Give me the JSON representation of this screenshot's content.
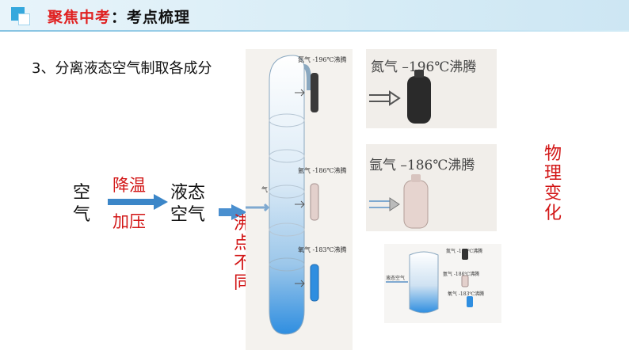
{
  "header": {
    "title_red": "聚焦中考",
    "title_sep": "：",
    "title_black": "考点梳理"
  },
  "subtitle": "3、分离液态空气制取各成分",
  "process": {
    "input_line1": "空",
    "input_line2": "气",
    "step_top": "降温",
    "step_bottom": "加压",
    "output_line1": "液态",
    "output_line2": "空气",
    "reason": [
      "沸",
      "点",
      "不",
      "同"
    ],
    "change_type": [
      "物",
      "理",
      "变",
      "化"
    ]
  },
  "figure_left": {
    "nitrogen_label": "氮气 -196℃沸腾",
    "argon_label": "氩气 -186℃沸腾",
    "oxygen_label": "氧气 -183℃沸腾",
    "inlet_label": "气"
  },
  "figure_right": {
    "nitrogen_label": "氮气 –196℃沸腾",
    "argon_label": "氩气 –186℃沸腾"
  },
  "figure_small": {
    "nitrogen_label": "氮气 -196℃沸腾",
    "argon_label": "氩气 -186℃沸腾",
    "oxygen_label": "氧气 -183℃沸腾",
    "inlet_label": "液态空气"
  },
  "colors": {
    "accent_red": "#d21616",
    "arrow_blue": "#3b86c8",
    "header_blue": "#35a8dd"
  }
}
